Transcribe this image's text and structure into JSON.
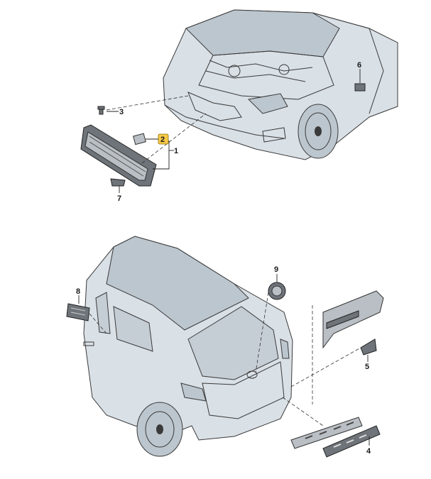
{
  "callouts": {
    "c1": "1",
    "c2": "2",
    "c3": "3",
    "c4": "4",
    "c5": "5",
    "c6": "6",
    "c7": "7",
    "c8": "8",
    "c9": "9"
  },
  "colors": {
    "highlight": "#f7c948",
    "body": "#d9e0e6",
    "outline": "#3a3a3a"
  }
}
